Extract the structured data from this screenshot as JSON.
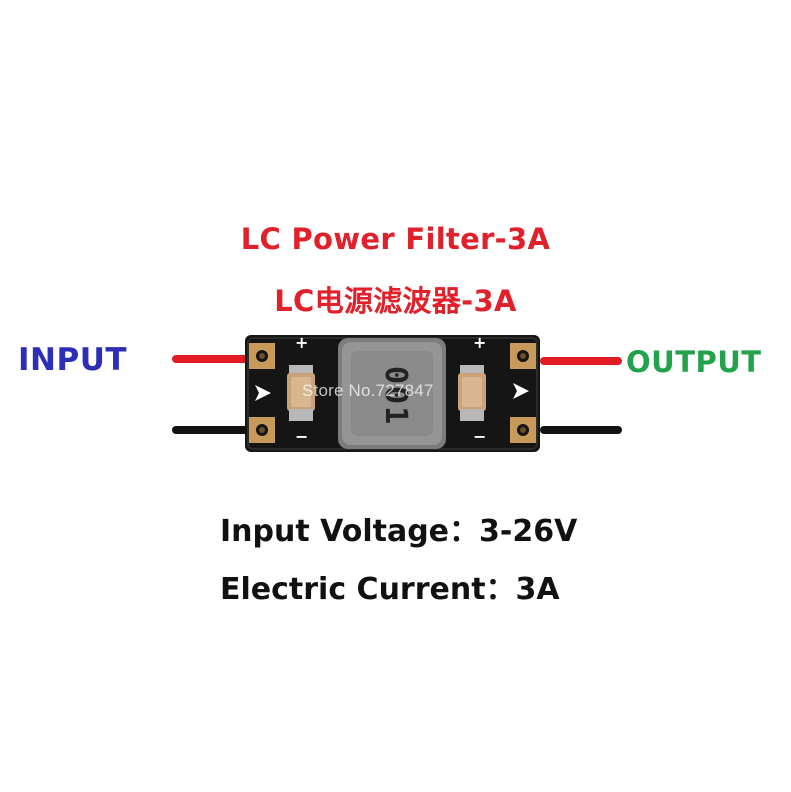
{
  "colors": {
    "title": "#e0202a",
    "input": "#2d2db8",
    "output": "#22a24a",
    "wire_positive": "#e01b24",
    "wire_negative": "#111111",
    "pcb": "#151515",
    "inductor": "#8a8a8a"
  },
  "header": {
    "title_en": "LC Power Filter-3A",
    "title_cn": "LC电源滤波器-3A"
  },
  "board": {
    "input_label": "INPUT",
    "output_label": "OUTPUT",
    "inductor_marking": "001",
    "plus_sign": "+",
    "minus_sign": "−",
    "watermark": "Store No.727847"
  },
  "specs": {
    "input_voltage": "Input Voltage：3-26V",
    "electric_current": "Electric Current：3A"
  }
}
